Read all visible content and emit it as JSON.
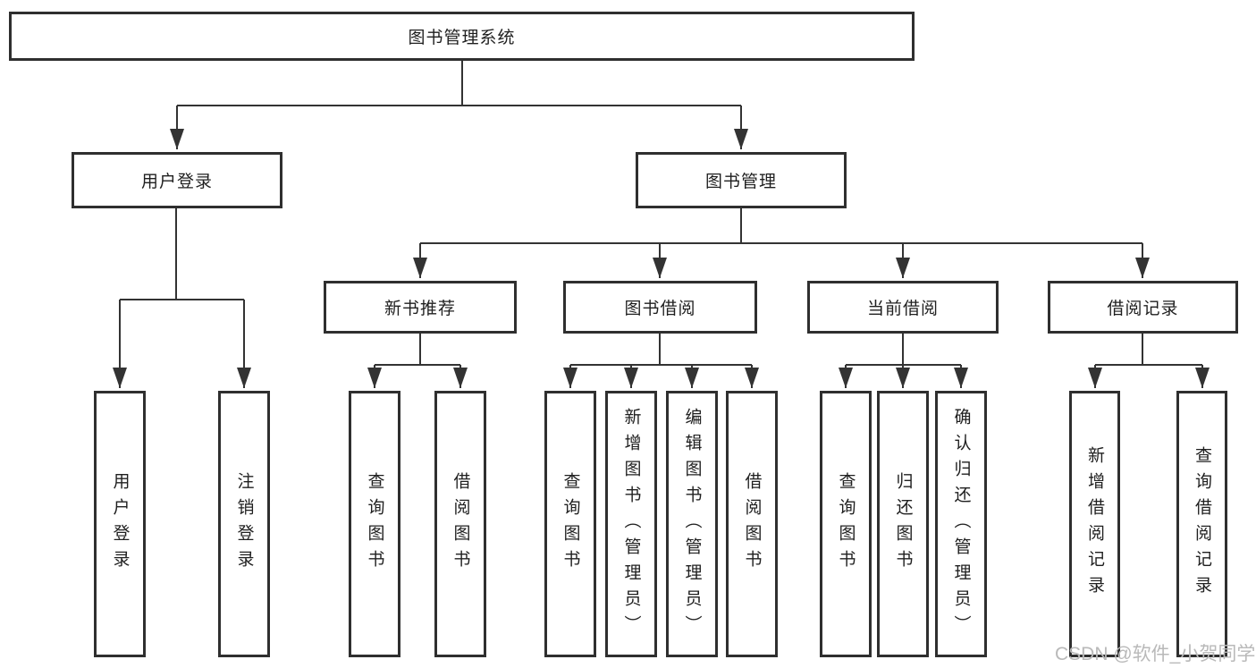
{
  "root": {
    "label": "图书管理系统"
  },
  "branches": [
    {
      "label": "用户登录",
      "children": [
        {
          "label": "用户登录"
        },
        {
          "label": "注销登录"
        }
      ]
    },
    {
      "label": "图书管理",
      "children": [
        {
          "label": "新书推荐",
          "children": [
            {
              "label": "查询图书"
            },
            {
              "label": "借阅图书"
            }
          ]
        },
        {
          "label": "图书借阅",
          "children": [
            {
              "label": "查询图书"
            },
            {
              "label": "新增图书（管理员）"
            },
            {
              "label": "编辑图书（管理员）"
            },
            {
              "label": "借阅图书"
            }
          ]
        },
        {
          "label": "当前借阅",
          "children": [
            {
              "label": "查询图书"
            },
            {
              "label": "归还图书"
            },
            {
              "label": "确认归还（管理员）"
            }
          ]
        },
        {
          "label": "借阅记录",
          "children": [
            {
              "label": "新增借阅记录"
            },
            {
              "label": "查询借阅记录"
            }
          ]
        }
      ]
    }
  ],
  "watermark": {
    "text": "CSDN @软件_小贺同学",
    "color": "#b9b9b9"
  },
  "colors": {
    "line": "#333333",
    "box_border": "#2f2f2f",
    "text": "#1f1f1f",
    "background": "#ffffff"
  }
}
